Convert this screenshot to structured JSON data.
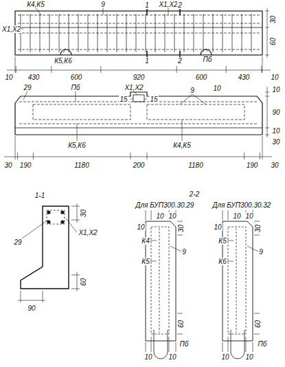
{
  "diagram": {
    "labels": [
      "К4,К5",
      "9",
      "1",
      "Х1,Х2",
      "2",
      "30",
      "Х1,Х2",
      "К5,К6",
      "1",
      "2",
      "Пб",
      "60",
      "10",
      "430",
      "600",
      "920",
      "600",
      "430",
      "10",
      "29",
      "Пб",
      "Х1,Х2",
      "15",
      "15",
      "9",
      "10",
      "10",
      "90",
      "10",
      "30",
      "К5,К6",
      "К4,К5",
      "30",
      "190",
      "1180",
      "200",
      "1180",
      "190",
      "30",
      "1-1",
      "30",
      "Х1,Х2",
      "29",
      "90",
      "60",
      "2-2",
      "Для БУП300.30.29",
      "Для БУП300.30.32",
      "10",
      "10",
      "10",
      "30",
      "К4",
      "К5",
      "9",
      "60",
      "10",
      "10",
      "Пб",
      "10",
      "10",
      "10",
      "30",
      "К5",
      "К6",
      "9",
      "60",
      "10",
      "10",
      "Пб"
    ]
  }
}
